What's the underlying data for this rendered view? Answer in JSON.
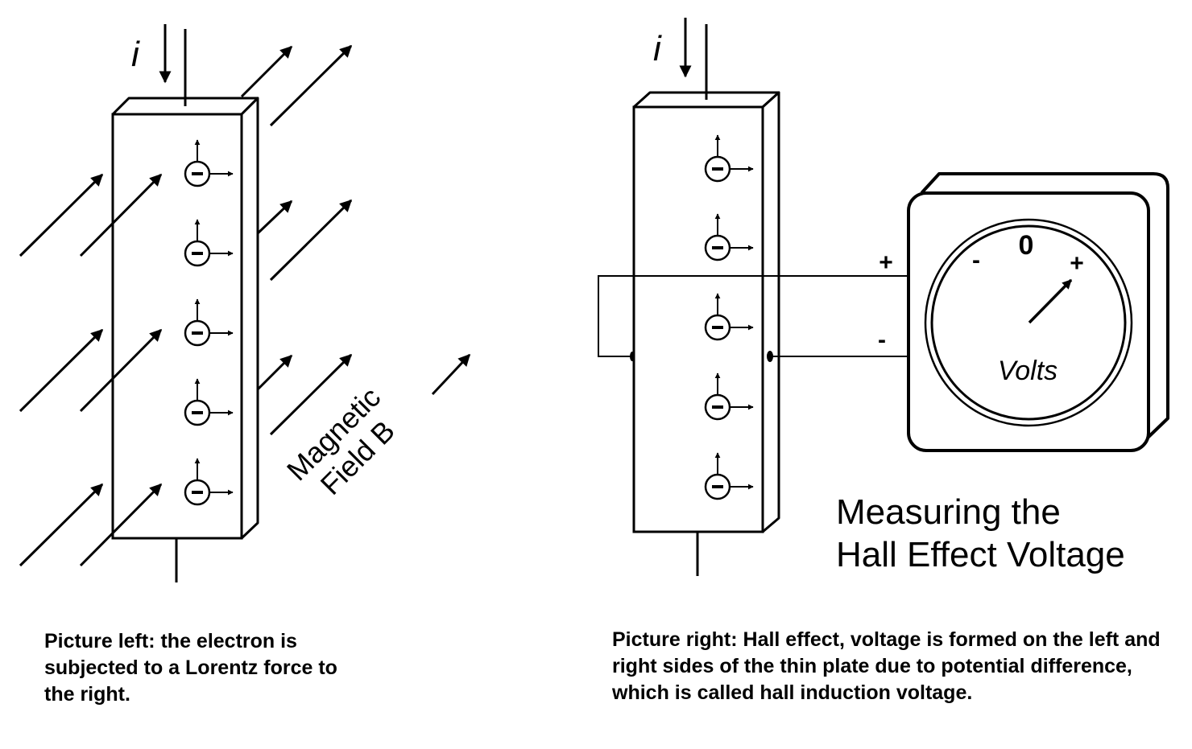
{
  "left_figure": {
    "current_label": "i",
    "field_label_line1": "Magnetic",
    "field_label_line2": "Field B",
    "electron_symbol": "−"
  },
  "right_figure": {
    "current_label": "i",
    "plus_terminal": "+",
    "minus_terminal": "-",
    "meter": {
      "zero_label": "0",
      "minus_label": "-",
      "plus_label": "+",
      "unit_label": "Volts"
    },
    "title_line1": "Measuring the",
    "title_line2": "Hall Effect Voltage"
  },
  "captions": {
    "left": "Picture left: the electron is subjected to a Lorentz force to the right.",
    "right": "Picture right: Hall effect, voltage is formed on the left and right sides of the thin plate due to potential difference, which is called hall induction voltage."
  }
}
